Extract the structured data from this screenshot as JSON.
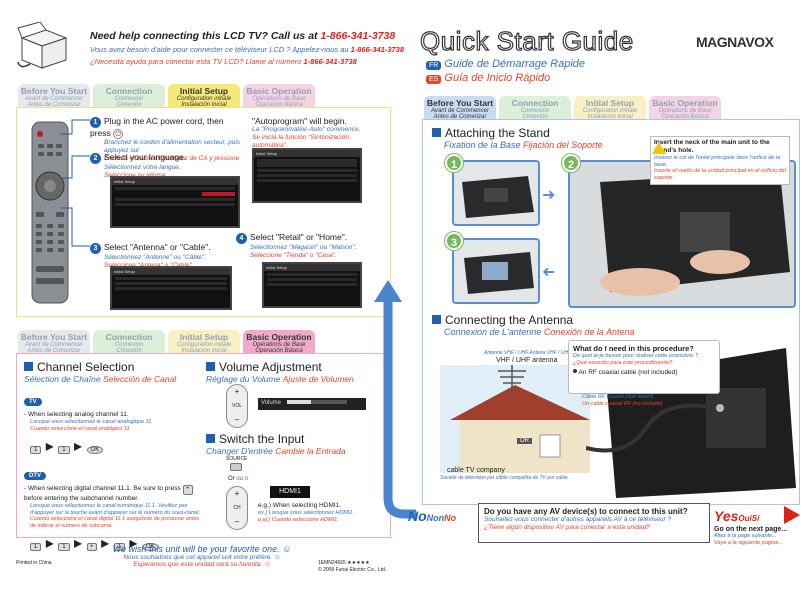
{
  "header": {
    "help_title": "Need help connecting this LCD TV? Call us at",
    "phone": "1-866-341-3738",
    "help_fr": "Vous avez besoin d'aide pour connecter ce téléviseur LCD ? Appelez-nous au",
    "help_es": "¿Necesita ayuda para conectar esta TV LCD? Llame al número",
    "qsg_title": "Quick Start Guide",
    "qsg_fr_code": "FR",
    "qsg_fr": "Guide de Démarrage Rapide",
    "qsg_es_code": "ES",
    "qsg_es": "Guía de Inicio Rápido",
    "brand": "MAGNAVOX"
  },
  "tabs": [
    {
      "label": "Before You Start",
      "fr": "Avant de Commencer",
      "es": "Antes de Comenzar"
    },
    {
      "label": "Connection",
      "fr": "Connexion",
      "es": "Conexión"
    },
    {
      "label": "Initial Setup",
      "fr": "Configuration initiale",
      "es": "Instalación inicial"
    },
    {
      "label": "Basic Operation",
      "fr": "Opérations de Base",
      "es": "Operación Básica"
    }
  ],
  "initial_setup": {
    "step1": "Plug in the AC power cord, then press",
    "step1_fr": "Branchez le cordon d'alimentation secteur, puis appuyez sur",
    "step1_es": "Enchufe el cable alimentador de CA y presione",
    "step1b": "\"Autoprogram\" will begin.",
    "step1b_fr": "La \"Programmation Auto\" commence.",
    "step1b_es": "Se inicia la función \"Sintonización automática\".",
    "step2": "Select your language.",
    "step2_fr": "Sélectionnez votre langue.",
    "step2_es": "Seleccione su idioma.",
    "step3": "Select \"Antenna\" or \"Cable\".",
    "step3_fr": "Sélectionnez \"Antenne\" ou \"Câble\".",
    "step3_es": "Seleccione \"Antena\" o \"Cable\".",
    "step4": "Select \"Retail\" or \"Home\".",
    "step4_fr": "Sélectionnez \"Magasin\" ou \"Maison\".",
    "step4_es": "Seleccione \"Tienda\" o \"Casa\"."
  },
  "channel": {
    "title": "Channel Selection",
    "fr": "Sélection de Chaîne",
    "es": "Selección de Canal",
    "tv_badge": "TV",
    "tv_text": "When selecting analog channel 11.",
    "tv_fr": "Lorsque vous sélectionnez le canal analogique 11.",
    "tv_es": "Cuando seleccione el canal analógico 11.",
    "dtv_badge": "DTV",
    "dtv_text": "When selecting digital channel 11.1. Be sure to press",
    "dtv_text2": "before entering the subchannel number.",
    "dtv_fr": "Lorsque vous sélectionnez le canal numérique 11.1. Veuillez pas d'appuyer sur la touche",
    "dtv_fr2": "avant d'appuyer sur le numéro du sous-canal.",
    "dtv_es": "Cuando seleccione el canal digital 11.1 asegúrese de presionar",
    "dtv_es2": "antes de indicar el número de subcanal."
  },
  "volume": {
    "title": "Volume Adjustment",
    "fr": "Réglage du Volume",
    "es": "Ajuste de Volumen",
    "vol_label": "VOL",
    "osd": "Volume"
  },
  "input": {
    "title": "Switch the Input",
    "fr": "Changer D'entrée",
    "es": "Cambie la Entrada",
    "source": "SOURCE",
    "or": "Or",
    "or_fr": "ou",
    "or_es": "o",
    "ch": "CH",
    "hdmi": "HDMI1",
    "example": "e.g.) When selecting HDMI1.",
    "example_fr": "ex.) Lorsque vous sélectionnez HDMI1.",
    "example_es": "p.ej.) Cuando seleccione HDMI1."
  },
  "footer_left": {
    "wish": "We wish this unit will be your favorite one.",
    "wish_fr": "Nous souhaitons que cet appareil soit votre préféré.",
    "wish_es": "Esperamos que esta unidad será su favorita.",
    "printed": "Printed in China",
    "code": "1EMN24665 ★★★★★",
    "copyright": "© 2009 Funai Electric Co., Ltd."
  },
  "stand": {
    "title": "Attaching the Stand",
    "fr": "Fixation de la Base",
    "es": "Fijación del Soporte",
    "note": "Insert the neck of the main unit to the stand's hole.",
    "note_fr": "Insérez le col de l'unité principale dans l'orifice de la base.",
    "note_es": "Inserte el cuello de la unidad principal en el orificio del soporte."
  },
  "antenna": {
    "title": "Connecting the Antenna",
    "fr": "Connexion de L'antenne",
    "es": "Conexión de la Antena",
    "need_title": "What do I need in this procedure?",
    "need_fr": "De quoi ai-je besoin pour réaliser cette procédure ?",
    "need_es": "¿Qué necesito para este procedimiento?",
    "rf": "An RF coaxial cable (not included)",
    "rf_fr": "Câble RF coaxial (non fourni)",
    "rf_es": "Un cable coaxial RF (no incluido)",
    "vhf_fr_es": "Antenne VHF / UHF  Antena VHF / UHF",
    "vhf": "VHF / UHF antenna",
    "or": "OR",
    "cable_co": "cable TV company",
    "cable_co_fr": "Société de télévision par câble  compañía de TV por cable"
  },
  "bottom": {
    "no": "No",
    "no2": "Non",
    "no3": "No",
    "q": "Do you have any AV device(s) to connect to this unit?",
    "q_fr": "Souhaitez-vous connecter d'autres appareils AV à ce téléviseur ?",
    "q_es": "¿Tiene algún dispositivo AV para conectar a esta unidad?",
    "yes": "Yes",
    "yes2": "Oui",
    "yes3": "Sí",
    "next": "Go on the next page...",
    "next_fr": "Allez à la page suivante...",
    "next_es": "Vaya a la siguiente página..."
  },
  "colors": {
    "accent": "#1f5fae",
    "phone": "#d9241c",
    "yes": "#d9241c",
    "no": "#1f5fae"
  }
}
